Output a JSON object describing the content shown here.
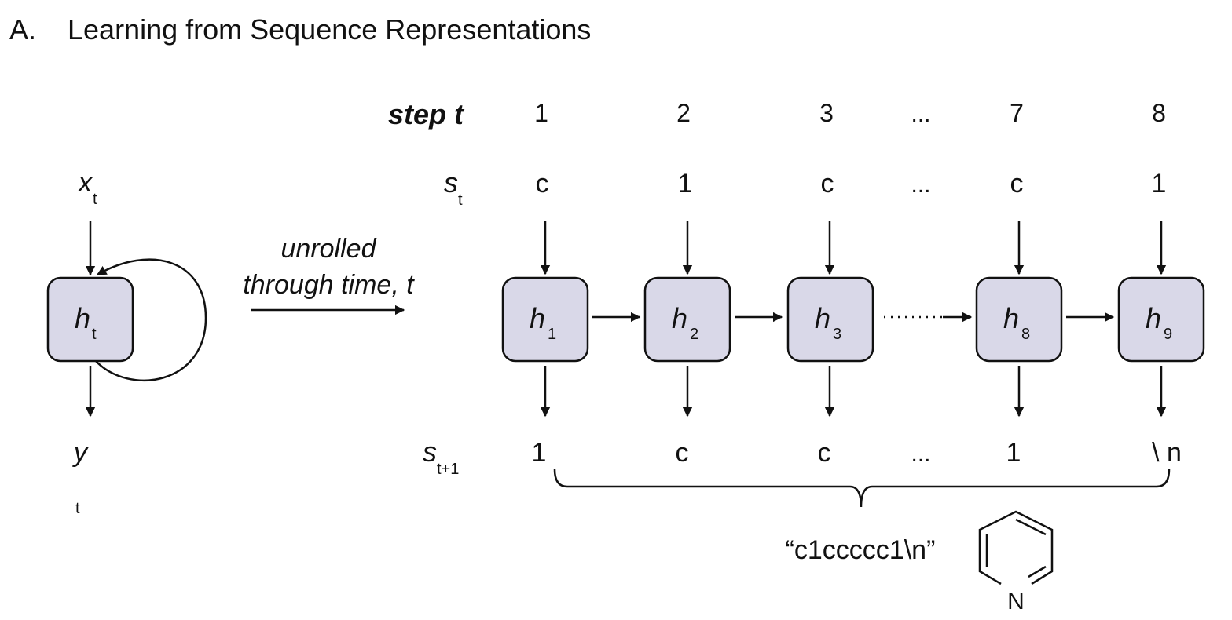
{
  "panel": {
    "letter": "A.",
    "title": "Learning from Sequence Representations"
  },
  "left_cell": {
    "input_base": "x",
    "input_sub": "t",
    "hidden_base": "h",
    "hidden_sub": "t",
    "output_base": "y",
    "output_sub": "t"
  },
  "unrolled": {
    "line1": "unrolled",
    "line2": "through time, t"
  },
  "row_labels": {
    "step": "step t",
    "input_base": "s",
    "input_sub": "t",
    "output_base": "s",
    "output_sub": "t+1"
  },
  "steps": [
    {
      "t": "1",
      "input": "c",
      "hidden_base": "h",
      "hidden_sub": "1",
      "output": "1"
    },
    {
      "t": "2",
      "input": "1",
      "hidden_base": "h",
      "hidden_sub": "2",
      "output": "c"
    },
    {
      "t": "3",
      "input": "c",
      "hidden_base": "h",
      "hidden_sub": "3",
      "output": "c"
    },
    {
      "t": "7",
      "input": "c",
      "hidden_base": "h",
      "hidden_sub": "8",
      "output": "1"
    },
    {
      "t": "8",
      "input": "1",
      "hidden_base": "h",
      "hidden_sub": "9",
      "output": "\\ n"
    }
  ],
  "ellipsis": "...",
  "smiles": "“c1ccccc1\\n”",
  "molecule": {
    "atom_label": "N",
    "colors": {
      "box_fill": "#d9d8e8",
      "stroke": "#111111"
    }
  }
}
